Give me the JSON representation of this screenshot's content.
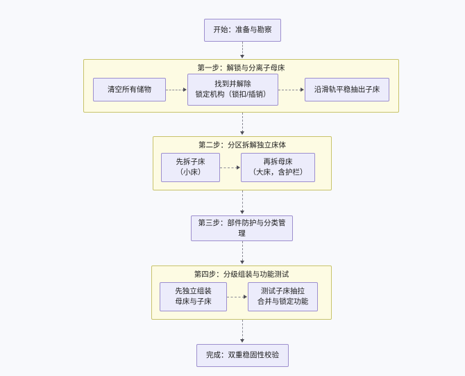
{
  "diagram": {
    "start_node": {
      "label": "开始：准备与勘察"
    },
    "step1": {
      "title": "第一步：解锁与分离子母床",
      "nodes": [
        {
          "label": "清空所有储物"
        },
        {
          "label": "找到并解除\n锁定机构（锁扣/插销）"
        },
        {
          "label": "沿滑轨平稳抽出子床"
        }
      ]
    },
    "step2": {
      "title": "第二步：分区拆解独立床体",
      "nodes": [
        {
          "label": "先拆子床\n（小床）"
        },
        {
          "label": "再拆母床\n（大床，含护栏）"
        }
      ]
    },
    "step3": {
      "label": "第三步：部件防护与分类管理"
    },
    "step4": {
      "title": "第四步：分级组装与功能测试",
      "nodes": [
        {
          "label": "先独立组装\n母床与子床"
        },
        {
          "label": "测试子床抽拉\n合并与锁定功能"
        }
      ]
    },
    "end_node": {
      "label": "完成：双重稳固性校验"
    },
    "colors": {
      "node_fill": "#ececfb",
      "node_border": "#9d8fce",
      "cluster_fill": "#fdfbe3",
      "cluster_border": "#c8c36a",
      "edge": "#8a8a95",
      "background": "#f8f9fc"
    }
  }
}
